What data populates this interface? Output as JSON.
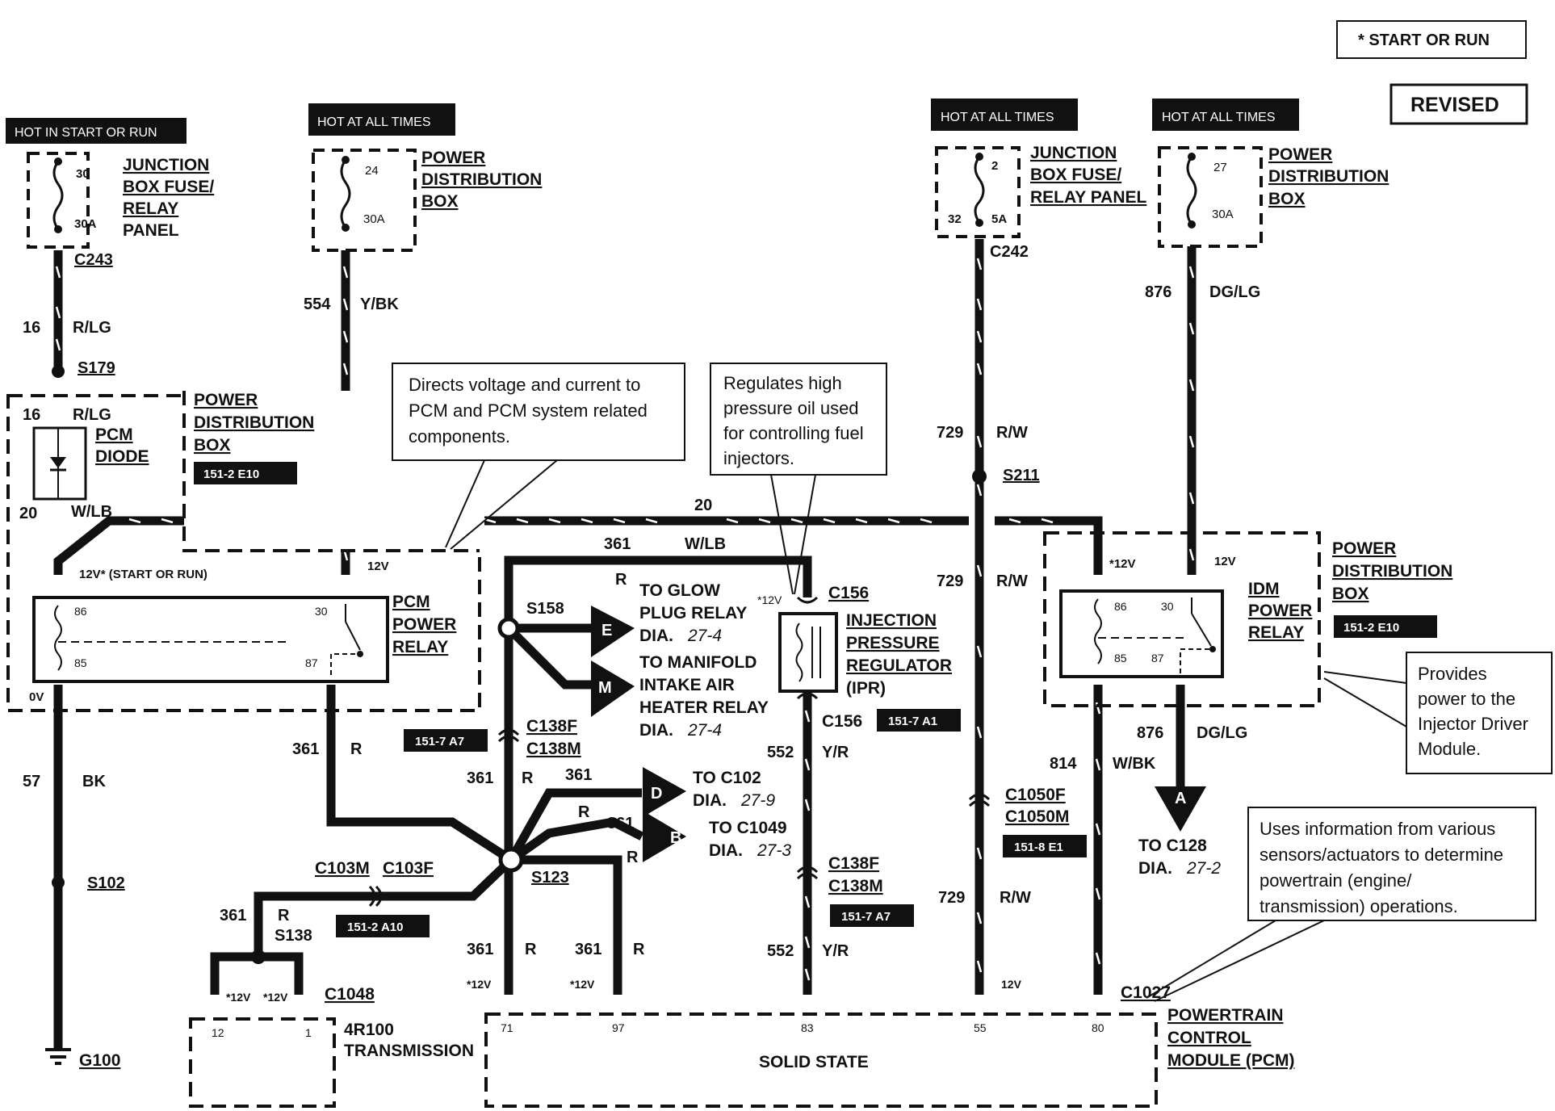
{
  "legend": {
    "start_or_run": "*  START OR RUN",
    "revised": "REVISED"
  },
  "sources": {
    "hot_start_run": "HOT IN START OR RUN",
    "hot_all_1": "HOT AT ALL TIMES",
    "hot_all_2": "HOT AT ALL TIMES",
    "hot_all_3": "HOT AT ALL TIMES"
  },
  "fuses": {
    "jb1": {
      "num": "30",
      "amp": "30A",
      "l1": "JUNCTION",
      "l2": "BOX FUSE/",
      "l3": "RELAY",
      "l4": "PANEL",
      "conn": "C243"
    },
    "pdb1": {
      "num": "24",
      "amp": "30A",
      "l1": "POWER",
      "l2": "DISTRIBUTION",
      "l3": "BOX"
    },
    "jb2": {
      "num": "2",
      "amp": "5A",
      "pin": "32",
      "l1": "JUNCTION",
      "l2": "BOX FUSE/",
      "l3": "RELAY PANEL",
      "conn": "C242"
    },
    "pdb2": {
      "num": "27",
      "amp": "30A",
      "l1": "POWER",
      "l2": "DISTRIBUTION",
      "l3": "BOX"
    }
  },
  "wires": {
    "w16a_num": "16",
    "w16a_col": "R/LG",
    "s179": "S179",
    "w16b_num": "16",
    "w16b_col": "R/LG",
    "w554_num": "554",
    "w554_col": "Y/BK",
    "w20_num": "20",
    "w20_col": "W/LB",
    "w20_mid": "20",
    "w361_top_num": "361",
    "w361_top_col": "W/LB",
    "w361_r": "R",
    "w729a_num": "729",
    "w729a_col": "R/W",
    "s211": "S211",
    "w729b_num": "729",
    "w729b_col": "R/W",
    "w729c_num": "729",
    "w729c_col": "R/W",
    "w876_num": "876",
    "w876_col": "DG/LG",
    "w876b_num": "876",
    "w876b_col": "DG/LG",
    "w814_num": "814",
    "w814_col": "W/BK",
    "w57_num": "57",
    "w57_col": "BK",
    "s102": "S102",
    "g100": "G100",
    "w361a_num": "361",
    "w361a_col": "R",
    "w361b_num": "361",
    "w361b_col": "R",
    "w361c_num": "361",
    "w361c_col": "R",
    "w361d_num": "361",
    "w361d_col": "R",
    "w361e_num": "361",
    "w361e_col": "R",
    "w361f_num": "361",
    "w361f_col": "R",
    "w361g_num": "361",
    "w361g_col": "R",
    "w361h_num": "361",
    "w361h_col": "R",
    "r1": "R",
    "r2": "R",
    "w552a_num": "552",
    "w552a_col": "Y/R",
    "w552b_num": "552",
    "w552b_col": "Y/R"
  },
  "pcm_diode_box": {
    "l1": "POWER",
    "l2": "DISTRIBUTION",
    "l3": "BOX",
    "ref": "151-2 E10",
    "diode1": "PCM",
    "diode2": "DIODE"
  },
  "pcm_relay": {
    "l1": "PCM",
    "l2": "POWER",
    "l3": "RELAY",
    "p86": "86",
    "p85": "85",
    "p30": "30",
    "p87": "87",
    "v12": "12V",
    "v12sr": "12V* (START OR RUN)",
    "v0": "0V"
  },
  "idm_relay": {
    "l1": "IDM",
    "l2": "POWER",
    "l3": "RELAY",
    "p86": "86",
    "p85": "85",
    "p30": "30",
    "p87": "87",
    "v12a": "*12V",
    "v12b": "12V",
    "box1": "POWER",
    "box2": "DISTRIBUTION",
    "box3": "BOX",
    "ref": "151-2 E10"
  },
  "callouts": {
    "pcm_relay": "Directs voltage and current to|PCM and PCM system related|components.",
    "ipr": "Regulates high|pressure oil used|for controlling fuel|injectors.",
    "idm": "Provides|power to the|Injector Driver|Module.",
    "pcm": "Uses information from various|sensors/actuators to determine|powertrain (engine/|transmission) operations."
  },
  "splices": {
    "s158": "S158",
    "s123": "S123",
    "s138": "S138"
  },
  "destinations": {
    "E": {
      "letter": "E",
      "l1": "TO GLOW",
      "l2": "PLUG RELAY",
      "dia": "DIA.",
      "page": "27-4"
    },
    "M": {
      "letter": "M",
      "l1": "TO MANIFOLD",
      "l2": "INTAKE AIR",
      "l3": "HEATER RELAY",
      "dia": "DIA.",
      "page": "27-4"
    },
    "D": {
      "letter": "D",
      "l1": "TO C102",
      "dia": "DIA.",
      "page": "27-9"
    },
    "B": {
      "letter": "B",
      "l1": "TO C1049",
      "dia": "DIA.",
      "page": "27-3"
    },
    "A": {
      "letter": "A",
      "l1": "TO C128",
      "dia": "DIA.",
      "page": "27-2"
    }
  },
  "connectors": {
    "c138f": "C138F",
    "c138m": "C138M",
    "ref_a7a": "151-7 A7",
    "c138f2": "C138F",
    "c138m2": "C138M",
    "ref_a7b": "151-7 A7",
    "c156a": "C156",
    "c156b": "C156",
    "ref_a1": "151-7 A1",
    "c1050f": "C1050F",
    "c1050m": "C1050M",
    "ref_e1": "151-8 E1",
    "c103m": "C103M",
    "c103f": "C103F",
    "ref_a10": "151-2 A10",
    "c1048": "C1048",
    "c1027": "C1027"
  },
  "ipr": {
    "l1": "INJECTION",
    "l2": "PRESSURE",
    "l3": "REGULATOR",
    "l4": "(IPR)",
    "v12": "*12V"
  },
  "transmission": {
    "l1": "4R100",
    "l2": "TRANSMISSION",
    "p12": "12",
    "p1": "1",
    "v12a": "*12V",
    "v12b": "*12V"
  },
  "pcm": {
    "l1": "POWERTRAIN",
    "l2": "CONTROL",
    "l3": "MODULE (PCM)",
    "body": "SOLID STATE",
    "p71": "71",
    "p97": "97",
    "p83": "83",
    "p55": "55",
    "p80": "80",
    "v12a": "*12V",
    "v12b": "*12V",
    "v12c": "12V"
  }
}
